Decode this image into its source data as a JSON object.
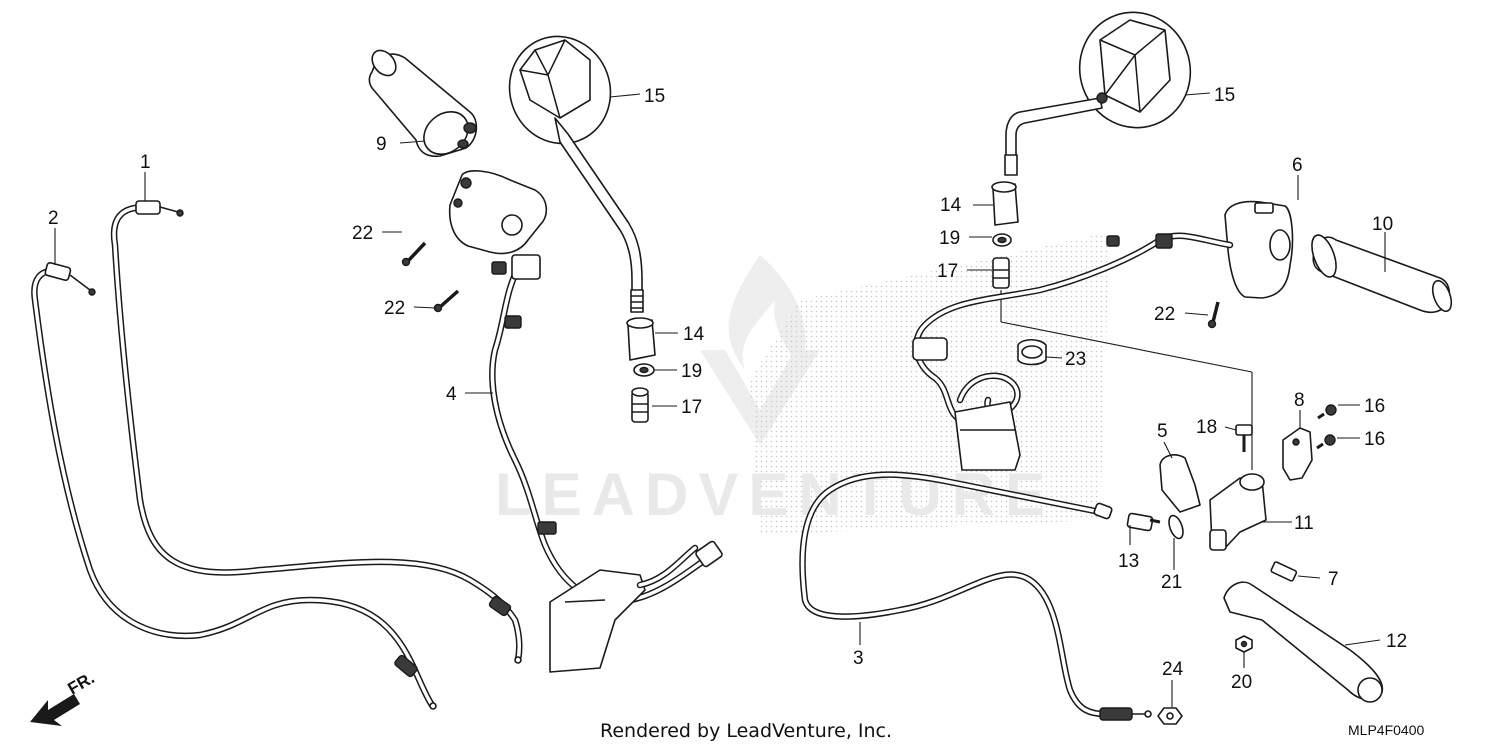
{
  "watermark": {
    "text": "LEADVENTURE"
  },
  "footer": {
    "credit": "Rendered by LeadVenture, Inc.",
    "diagram_code": "MLP4F0400"
  },
  "direction": {
    "label": "FR."
  },
  "callouts": {
    "c1": "1",
    "c2": "2",
    "c3": "3",
    "c4": "4",
    "c5": "5",
    "c6": "6",
    "c7": "7",
    "c8": "8",
    "c9": "9",
    "c10": "10",
    "c11": "11",
    "c12": "12",
    "c13": "13",
    "c14a": "14",
    "c14b": "14",
    "c15a": "15",
    "c15b": "15",
    "c16a": "16",
    "c16b": "16",
    "c17a": "17",
    "c17b": "17",
    "c18": "18",
    "c19a": "19",
    "c19b": "19",
    "c20": "20",
    "c21": "21",
    "c22a": "22",
    "c22b": "22",
    "c22c": "22",
    "c23": "23",
    "c24": "24"
  }
}
